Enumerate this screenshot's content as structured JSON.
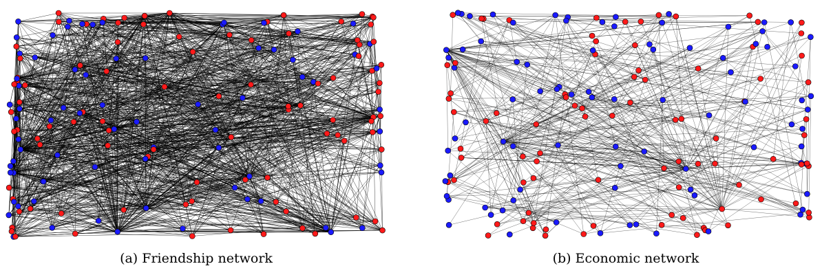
{
  "colors": {
    "red_node": "#ff1a1a",
    "blue_node": "#1a1aff",
    "edge": "#000000"
  },
  "panels": [
    {
      "caption": "(a) Friendship network",
      "style": "dense",
      "seed": 7,
      "nodes": 170,
      "edges": 1600
    },
    {
      "caption": "(b) Economic network",
      "style": "sparse",
      "seed": 19,
      "nodes": 175,
      "edges": 460
    }
  ]
}
